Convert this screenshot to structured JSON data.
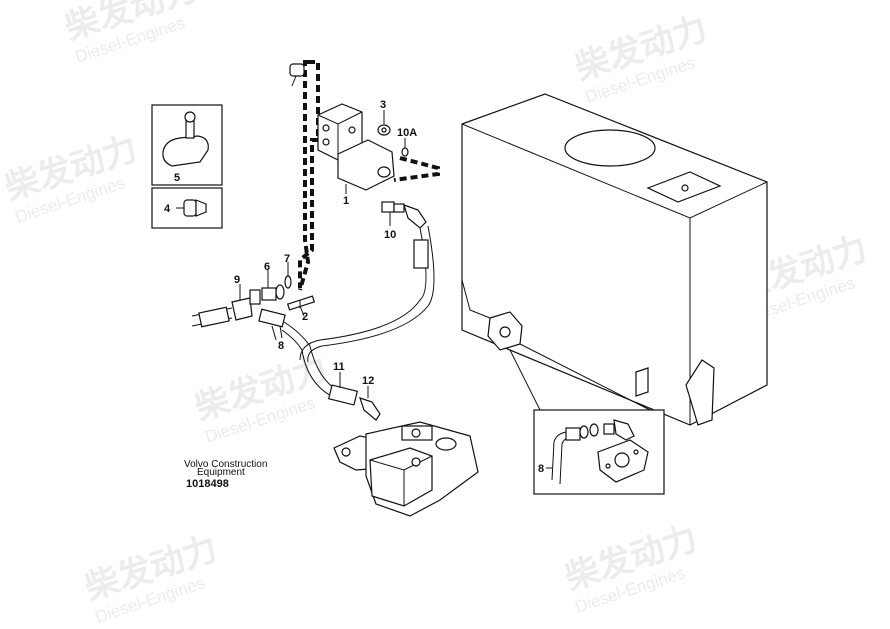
{
  "watermark": {
    "brand_cn": "柴发动力",
    "brand_en": "Diesel-Engines"
  },
  "callouts": {
    "c1": "1",
    "c2": "2",
    "c3": "3",
    "c4": "4",
    "c5": "5",
    "c6": "6",
    "c7": "7",
    "c8": "8",
    "c8_detail": "8",
    "c9": "9",
    "c10": "10",
    "c10a": "10A",
    "c11": "11",
    "c12": "12"
  },
  "footer": {
    "maker_line1": "Volvo Construction",
    "maker_line2": "Equipment",
    "drawing_number": "1018498"
  }
}
